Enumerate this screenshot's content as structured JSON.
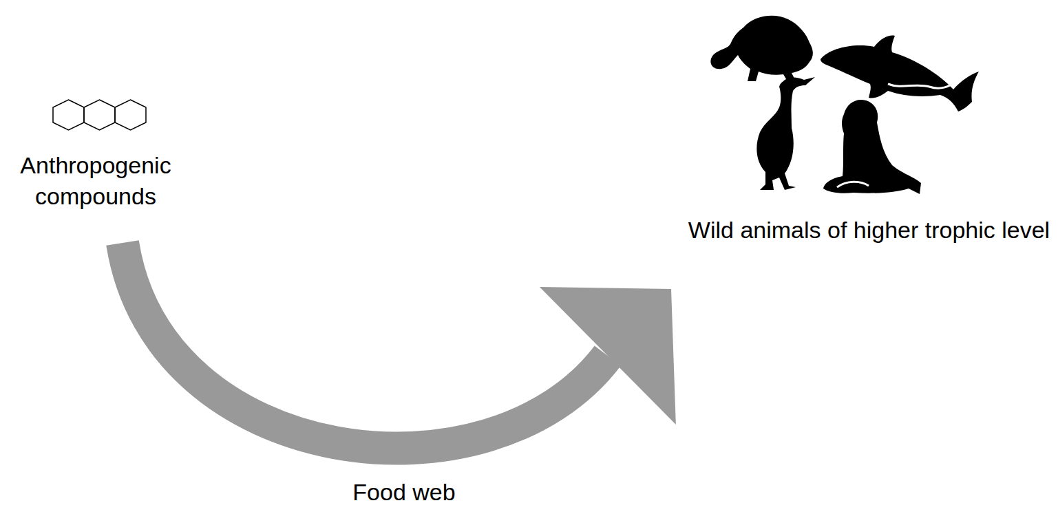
{
  "diagram": {
    "nodes": [
      {
        "text": [
          "Anthropogenic compounds"
        ]
      },
      {
        "text": [
          "Wild animals of higher trophic level"
        ]
      }
    ],
    "edges": [
      {
        "from": 0,
        "to": 1,
        "label": "Food web",
        "arrow": "to"
      }
    ]
  }
}
